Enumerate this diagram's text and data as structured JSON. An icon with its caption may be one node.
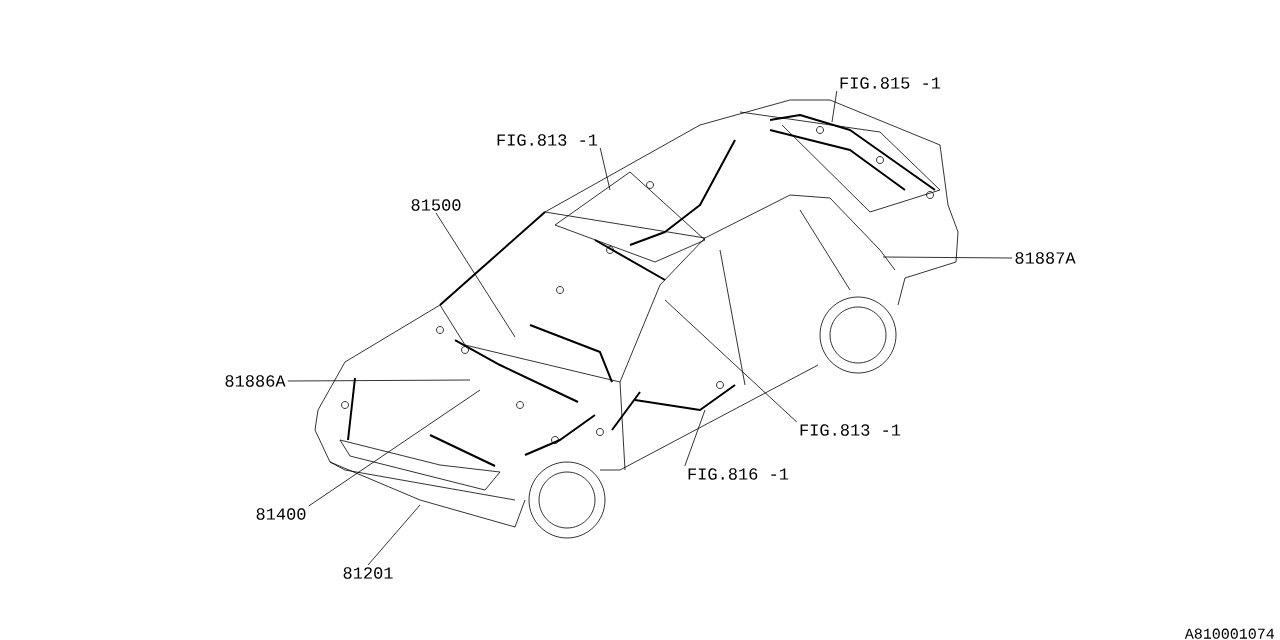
{
  "diagram": {
    "nodes": [
      {
        "text": [
          "FIG.815 -1"
        ]
      },
      {
        "text": [
          "FIG.813 -1"
        ]
      },
      {
        "text": [
          "81500"
        ]
      },
      {
        "text": [
          "81887A"
        ]
      },
      {
        "text": [
          "81886A"
        ]
      },
      {
        "text": [
          "FIG.813 -1"
        ]
      },
      {
        "text": [
          "FIG.816 -1"
        ]
      },
      {
        "text": [
          "81400"
        ]
      },
      {
        "text": [
          "81201"
        ]
      }
    ],
    "edges": [
      {
        "from": 0,
        "to": null,
        "arrow": "none"
      },
      {
        "from": 1,
        "to": null,
        "arrow": "none"
      },
      {
        "from": 2,
        "to": null,
        "arrow": "none"
      },
      {
        "from": 3,
        "to": null,
        "arrow": "none"
      },
      {
        "from": 4,
        "to": null,
        "arrow": "none"
      },
      {
        "from": 5,
        "to": null,
        "arrow": "none"
      },
      {
        "from": 6,
        "to": null,
        "arrow": "none"
      },
      {
        "from": 7,
        "to": null,
        "arrow": "none"
      },
      {
        "from": 8,
        "to": null,
        "arrow": "none"
      }
    ],
    "labels": [
      "A810001074"
    ]
  }
}
